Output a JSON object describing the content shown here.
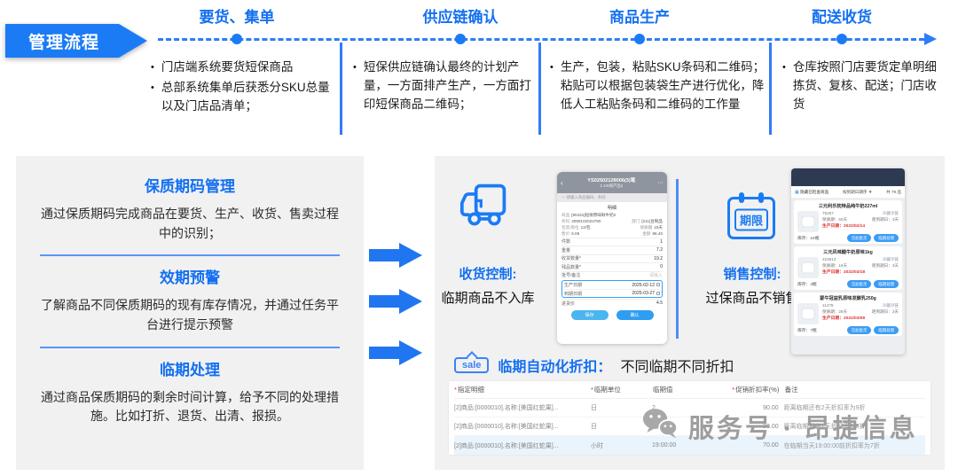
{
  "colors": {
    "accent": "#1a7bf5",
    "panel_bg": "#f1f1f2",
    "alert_red": "#e03131",
    "phone_dark_header": "#2e3a52",
    "watermark_gray": "#9e9e9e"
  },
  "icons": {
    "bullet": "•",
    "back": "‹",
    "more": "⋯",
    "caret": "▼",
    "grid": "▦"
  },
  "banner": {
    "label": "管理流程"
  },
  "timeline": {
    "stages": [
      {
        "title": "要货、集单",
        "bullets": [
          "门店端系统要货短保商品",
          "总部系统集单后获悉分SKU总量以及门店品清单；"
        ]
      },
      {
        "title": "供应链确认",
        "bullets": [
          "短保供应链确认最终的计划产量，一方面排产生产，一方面打印短保商品二维码；"
        ]
      },
      {
        "title": "商品生产",
        "bullets": [
          "生产，包装，粘贴SKU条码和二维码；粘贴可以根据包装袋生产进行优化，降低人工粘贴条码和二维码的工作量"
        ]
      },
      {
        "title": "配送收货",
        "bullets": [
          "仓库按照门店要货定单明细拣货、复核、配送；门店收货"
        ]
      }
    ]
  },
  "left_panel": {
    "sections": [
      {
        "title": "保质期码管理",
        "body": "通过保质期码完成商品在要货、生产、收货、售卖过程中的识别；"
      },
      {
        "title": "效期预警",
        "body": "了解商品不同保质期码的现有库存情况，并通过任务平台进行提示预警"
      },
      {
        "title": "临期处理",
        "body": "通过商品保质期码的剩余时间计算，给予不同的处理措施。比如打折、退货、出清、报损。"
      }
    ]
  },
  "controls": {
    "receiving_title": "收货控制:",
    "receiving_desc": "临期商品不入库",
    "sales_title": "销售控制:",
    "sales_desc": "过保商品不销售",
    "calendar_icon_label": "期限"
  },
  "phone1": {
    "title": "YS02502128006(3)笔",
    "subtitle": "2.1W保产品2",
    "notice": "— 请输入商品编码、条码",
    "section_title": "明细",
    "info_lines": [
      {
        "l1": "商品",
        "v1": "[90431]短保原味鲜牛奶2",
        "l2": "",
        "v2": ""
      },
      {
        "l1": "条码",
        "v1": "2090102024790",
        "l2": "部门",
        "v2": "[211]豆制品"
      },
      {
        "l1": "包装/单位",
        "v1": "12/包",
        "l2": "保质期",
        "v2": "15天"
      },
      {
        "l1": "售价",
        "v1": "6.08",
        "l2": "金额",
        "v2": "86.40"
      }
    ],
    "rows": [
      {
        "label": "件数",
        "value": "1"
      },
      {
        "label": "重量",
        "value": "7.2"
      },
      {
        "label": "收货数量*",
        "value": "19.2"
      },
      {
        "label": "残品数量*",
        "value": "0"
      },
      {
        "label": "批号/备注",
        "value": "请输入"
      }
    ],
    "date_rows": [
      {
        "label": "生产日期",
        "value": "2025-02-12"
      },
      {
        "label": "到期日期",
        "value": "2025-03-27"
      }
    ],
    "price_row": {
      "label": "进货价",
      "value": "4.5"
    },
    "buttons": [
      "保存",
      "确认"
    ]
  },
  "phone2": {
    "toolbar": {
      "filter": "隐藏已检查商品",
      "sort": "按到期日期序",
      "count": "共 79 品"
    },
    "cards": [
      {
        "name": "三元利乐枕特品纯牛奶227ml",
        "code": "75267",
        "tag": "冷藏冷链",
        "shelf": "保质期：50天",
        "due": "距到期日：3天",
        "prod": "生产日期：2022/02/14",
        "stock": "库存：16瓶",
        "btn1": "见此批次",
        "btn2": "临期处理"
      },
      {
        "name": "三元风味酸牛奶原味1kg",
        "code": "223613",
        "tag": "冷藏冷链",
        "shelf": "保质期：16天",
        "due": "距到期日：3天",
        "prod": "生产日期：2022/03/18",
        "stock": "库存：3瓶",
        "btn1": "见此批次",
        "btn2": "临期处理"
      },
      {
        "name": "蒙牛冠益乳原味发酵乳250g",
        "code": "11479",
        "tag": "冷藏冷链",
        "shelf": "保质期：28天",
        "due": "距到期日：3天",
        "prod": "生产日期：2022/03/08",
        "stock": "库存：7瓶",
        "btn1": "见此批次",
        "btn2": "临期处理"
      }
    ]
  },
  "discount": {
    "tag_label": "sale",
    "title": "临期自动化折扣：",
    "subtitle": "不同临期不同折扣",
    "table": {
      "headers": [
        {
          "req": "*",
          "text": "指定明细"
        },
        {
          "req": "*",
          "text": "临期单位"
        },
        {
          "req": "",
          "text": "临期值"
        },
        {
          "req": "*",
          "text": "促销折扣率(%)"
        },
        {
          "req": "",
          "text": "备注"
        }
      ],
      "rows": [
        {
          "detail": "[2]商品:[0000010],名称:[美国红蛇果]...",
          "unit": "日",
          "value": "2",
          "rate": "90.00",
          "remark": "距离临期还有2天折扣率为9折"
        },
        {
          "detail": "[2]商品:[0000010],名称:[美国红蛇果]...",
          "unit": "日",
          "value": "1",
          "rate": "80.00",
          "remark": "距离临期还有1天折扣率为8折"
        },
        {
          "detail": "[2]商品:[0000010],名称:[美国红蛇果]...",
          "unit": "小时",
          "value": "19:00:00",
          "rate": "70.00",
          "remark": "在临期当天19:00:00前折扣率为7折"
        }
      ]
    }
  },
  "watermark": {
    "text": "服务号 · 昂捷信息"
  }
}
